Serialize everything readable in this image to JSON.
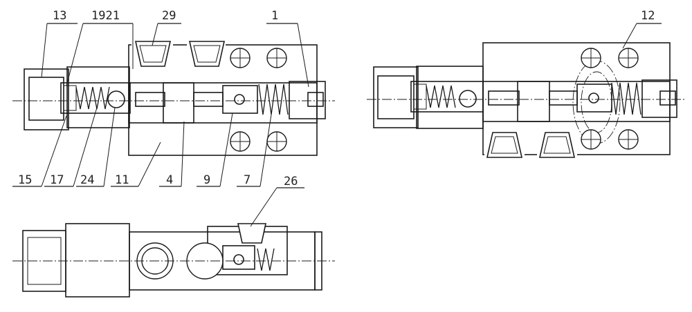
{
  "labels": {
    "p13": "13",
    "p1921": "1921",
    "p29": "29",
    "p1": "1",
    "p12": "12",
    "p15": "15",
    "p17": "17",
    "p24": "24",
    "p11": "11",
    "p4": "4",
    "p9": "9",
    "p7": "7",
    "p26": "26"
  }
}
